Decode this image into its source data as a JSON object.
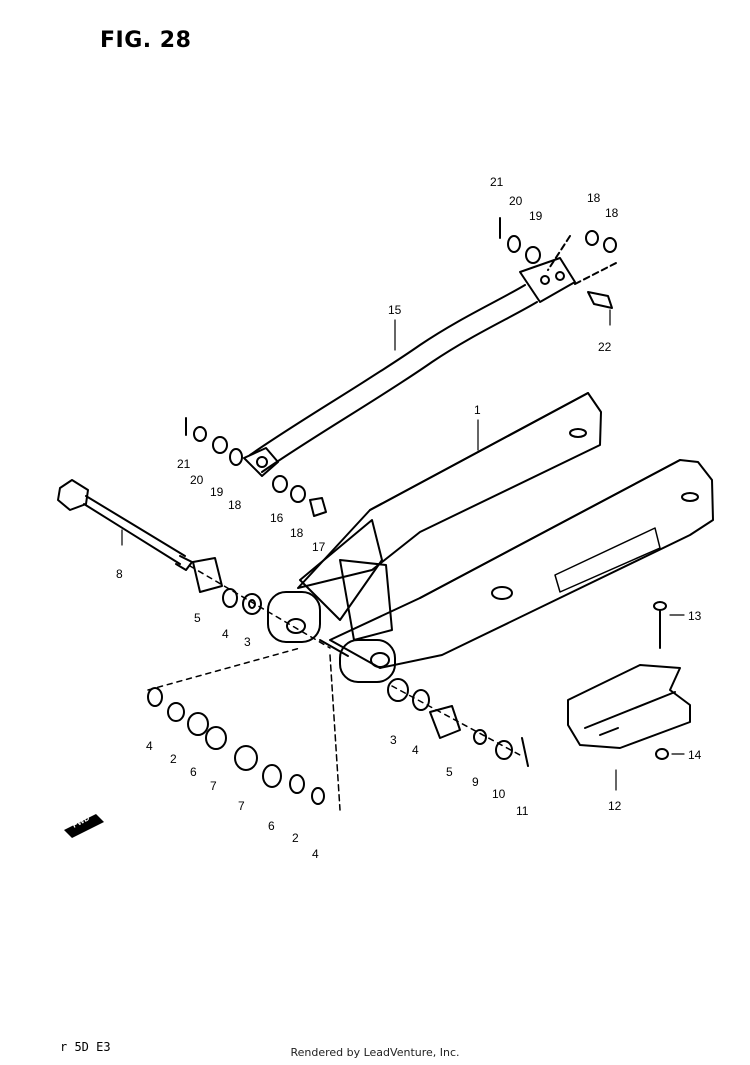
{
  "figure": {
    "title": "FIG. 28"
  },
  "callouts": {
    "c1": "1",
    "c2a": "2",
    "c2b": "2",
    "c3a": "3",
    "c3b": "3",
    "c4a": "4",
    "c4b": "4",
    "c4c": "4",
    "c5a": "5",
    "c5b": "5",
    "c6a": "6",
    "c6b": "6",
    "c7a": "7",
    "c7b": "7",
    "c8": "8",
    "c9": "9",
    "c10": "10",
    "c11": "11",
    "c12": "12",
    "c13": "13",
    "c14": "14",
    "c15": "15",
    "c16": "16",
    "c17": "17",
    "c18a": "18",
    "c18b": "18",
    "c18c": "18",
    "c18d": "18",
    "c19a": "19",
    "c19b": "19",
    "c20a": "20",
    "c20b": "20",
    "c21a": "21",
    "c21b": "21",
    "c22": "22"
  },
  "forward_marker": {
    "label": "FWD"
  },
  "footer": {
    "credit": "Rendered by LeadVenture, Inc.",
    "code": "r    5D  E3"
  }
}
